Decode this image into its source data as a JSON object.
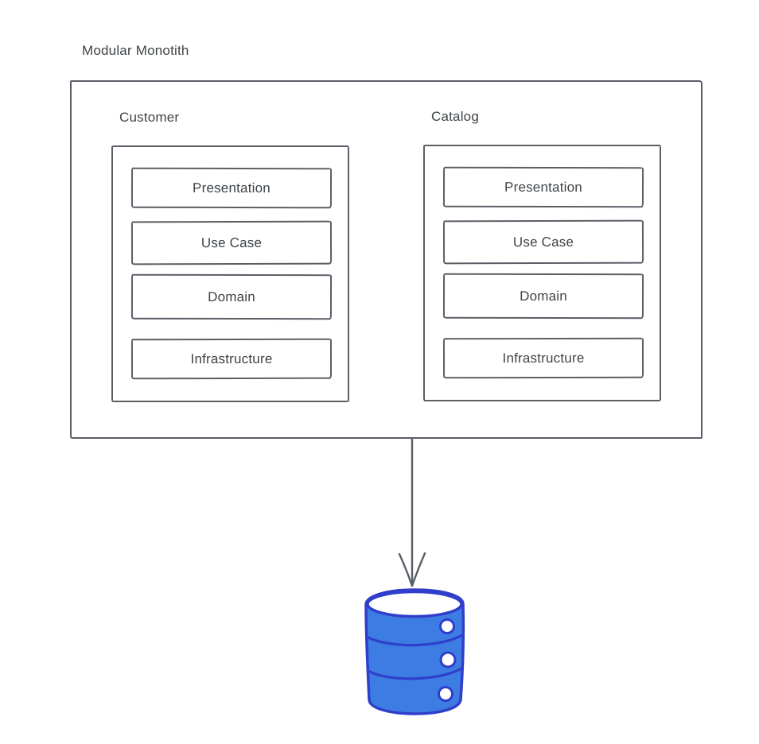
{
  "diagram": {
    "title": "Modular Monotith",
    "modules": [
      {
        "name": "Customer",
        "layers": [
          "Presentation",
          "Use Case",
          "Domain",
          "Infrastructure"
        ]
      },
      {
        "name": "Catalog",
        "layers": [
          "Presentation",
          "Use Case",
          "Domain",
          "Infrastructure"
        ]
      }
    ],
    "arrow": {
      "direction": "down"
    },
    "database": {
      "icon": "database-cylinder-icon",
      "segments": 3
    },
    "colors": {
      "line": "#5a5f66",
      "text": "#3e4347",
      "db_fill": "#3d7ce2",
      "db_stroke": "#2f3ecb",
      "db_hole": "#ffffff",
      "background": "#ffffff"
    }
  }
}
